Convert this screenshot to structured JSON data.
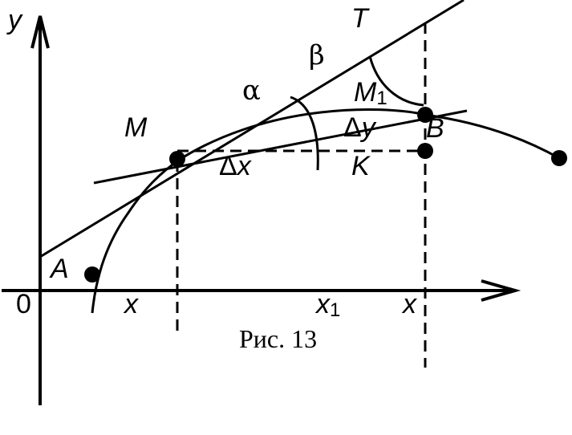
{
  "labels": {
    "y_axis": "y",
    "origin": "0",
    "point_A": "A",
    "point_M": "M",
    "point_M1": "M",
    "point_M1_sub": "1",
    "point_B": "B",
    "point_K": "K",
    "tangent": "T",
    "alpha": "α",
    "beta": "β",
    "delta_x_prefix": "Δ",
    "delta_x_var": "x",
    "delta_y_prefix": "Δ",
    "delta_y_var": "y",
    "x_tick": "x",
    "x1_tick": "x",
    "x1_tick_sub": "1",
    "x_tick_right": "x"
  },
  "caption": "Рис. 13"
}
